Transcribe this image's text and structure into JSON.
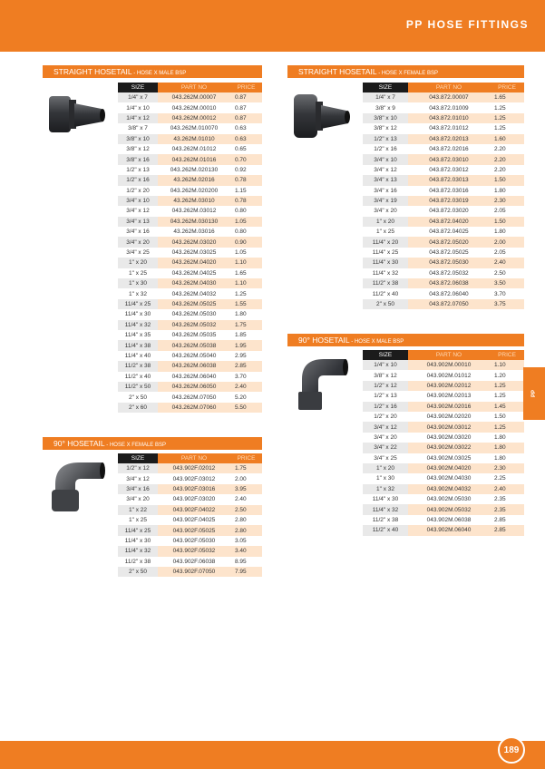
{
  "header": {
    "title": "PP HOSE FITTINGS"
  },
  "side_tab": {
    "label": "PP"
  },
  "footer": {
    "page_number": "189"
  },
  "columns": {
    "size": "SIZE",
    "part": "PART NO",
    "price": "PRICE"
  },
  "sections": {
    "straight_male": {
      "title": "STRAIGHT HOSETAIL",
      "subtitle": " - HOSE X MALE BSP",
      "rows": [
        [
          "1/4\" x 7",
          "043.262M.00007",
          "0.87"
        ],
        [
          "1/4\" x 10",
          "043.262M.00010",
          "0.87"
        ],
        [
          "1/4\" x 12",
          "043.262M.00012",
          "0.87"
        ],
        [
          "3/8\" x 7",
          "043.262M.010070",
          "0.63"
        ],
        [
          "3/8\" x 10",
          "43.262M.01010",
          "0.63"
        ],
        [
          "3/8\" x 12",
          "043.262M.01012",
          "0.65"
        ],
        [
          "3/8\" x 16",
          "043.262M.01016",
          "0.70"
        ],
        [
          "1/2\" x 13",
          "043.262M.020130",
          "0.92"
        ],
        [
          "1/2\" x 16",
          "43.262M.02016",
          "0.78"
        ],
        [
          "1/2\" x 20",
          "043.262M.020200",
          "1.15"
        ],
        [
          "3/4\" x 10",
          "43.262M.03010",
          "0.78"
        ],
        [
          "3/4\" x 12",
          "043.262M.03012",
          "0.80"
        ],
        [
          "3/4\" x 13",
          "043.262M.030130",
          "1.05"
        ],
        [
          "3/4\" x 16",
          "43.262M.03016",
          "0.80"
        ],
        [
          "3/4\" x 20",
          "043.262M.03020",
          "0.90"
        ],
        [
          "3/4\" x 25",
          "043.262M.03025",
          "1.05"
        ],
        [
          "1\" x 20",
          "043.262M.04020",
          "1.10"
        ],
        [
          "1\" x 25",
          "043.262M.04025",
          "1.65"
        ],
        [
          "1\" x 30",
          "043.262M.04030",
          "1.10"
        ],
        [
          "1\" x 32",
          "043.262M.04032",
          "1.25"
        ],
        [
          "11/4\" x 25",
          "043.262M.05025",
          "1.55"
        ],
        [
          "11/4\" x 30",
          "043.262M.05030",
          "1.80"
        ],
        [
          "11/4\" x 32",
          "043.262M.05032",
          "1.75"
        ],
        [
          "11/4\" x 35",
          "043.262M.05035",
          "1.85"
        ],
        [
          "11/4\" x 38",
          "043.262M.05038",
          "1.95"
        ],
        [
          "11/4\" x 40",
          "043.262M.05040",
          "2.95"
        ],
        [
          "11/2\" x 38",
          "043.262M.06038",
          "2.85"
        ],
        [
          "11/2\" x 40",
          "043.262M.06040",
          "3.70"
        ],
        [
          "11/2\" x 50",
          "043.262M.06050",
          "2.40"
        ],
        [
          "2\" x 50",
          "043.262M.07050",
          "5.20"
        ],
        [
          "2\" x 60",
          "043.262M.07060",
          "5.50"
        ]
      ]
    },
    "straight_female": {
      "title": "STRAIGHT HOSETAIL",
      "subtitle": " - HOSE X FEMALE BSP",
      "rows": [
        [
          "1/4\" x 7",
          "043.872.00007",
          "1.65"
        ],
        [
          "3/8\" x 9",
          "043.872.01009",
          "1.25"
        ],
        [
          "3/8\" x 10",
          "043.872.01010",
          "1.25"
        ],
        [
          "3/8\" x 12",
          "043.872.01012",
          "1.25"
        ],
        [
          "1/2\" x 13",
          "043.872.02013",
          "1.60"
        ],
        [
          "1/2\" x 16",
          "043.872.02016",
          "2.20"
        ],
        [
          "3/4\" x 10",
          "043.872.03010",
          "2.20"
        ],
        [
          "3/4\" x 12",
          "043.872.03012",
          "2.20"
        ],
        [
          "3/4\" x 13",
          "043.872.03013",
          "1.50"
        ],
        [
          "3/4\" x 16",
          "043.872.03016",
          "1.80"
        ],
        [
          "3/4\" x 19",
          "043.872.03019",
          "2.30"
        ],
        [
          "3/4\" x 20",
          "043.872.03020",
          "2.05"
        ],
        [
          "1\" x 20",
          "043.872.04020",
          "1.50"
        ],
        [
          "1\" x 25",
          "043.872.04025",
          "1.80"
        ],
        [
          "11/4\" x 20",
          "043.872.05020",
          "2.00"
        ],
        [
          "11/4\" x 25",
          "043.872.05025",
          "2.05"
        ],
        [
          "11/4\" x 30",
          "043.872.05030",
          "2.40"
        ],
        [
          "11/4\" x 32",
          "043.872.05032",
          "2.50"
        ],
        [
          "11/2\" x 38",
          "043.872.06038",
          "3.50"
        ],
        [
          "11/2\" x 40",
          "043.872.06040",
          "3.70"
        ],
        [
          "2\" x 50",
          "043.872.07050",
          "3.75"
        ]
      ]
    },
    "elbow_male": {
      "title": "90° HOSETAIL",
      "subtitle": " - HOSE X MALE BSP",
      "rows": [
        [
          "1/4\" x 10",
          "043.902M.00010",
          "1.10"
        ],
        [
          "3/8\" x 12",
          "043.902M.01012",
          "1.20"
        ],
        [
          "1/2\" x 12",
          "043.902M.02012",
          "1.25"
        ],
        [
          "1/2\" x 13",
          "043.902M.02013",
          "1.25"
        ],
        [
          "1/2\" x 16",
          "043.902M.02016",
          "1.45"
        ],
        [
          "1/2\" x 20",
          "043.902M.02020",
          "1.50"
        ],
        [
          "3/4\" x 12",
          "043.902M.03012",
          "1.25"
        ],
        [
          "3/4\" x 20",
          "043.902M.03020",
          "1.80"
        ],
        [
          "3/4\" x 22",
          "043.902M.03022",
          "1.80"
        ],
        [
          "3/4\" x 25",
          "043.902M.03025",
          "1.80"
        ],
        [
          "1\" x 20",
          "043.902M.04020",
          "2.30"
        ],
        [
          "1\" x 30",
          "043.902M.04030",
          "2.25"
        ],
        [
          "1\" x 32",
          "043.902M.04032",
          "2.40"
        ],
        [
          "11/4\" x 30",
          "043.902M.05030",
          "2.35"
        ],
        [
          "11/4\" x 32",
          "043.902M.05032",
          "2.35"
        ],
        [
          "11/2\" x 38",
          "043.902M.06038",
          "2.85"
        ],
        [
          "11/2\" x 40",
          "043.902M.06040",
          "2.85"
        ]
      ]
    },
    "elbow_female": {
      "title": "90° HOSETAIL",
      "subtitle": " - HOSE X FEMALE BSP",
      "rows": [
        [
          "1/2\" x 12",
          "043.902F.02012",
          "1.75"
        ],
        [
          "3/4\" x 12",
          "043.902F.03012",
          "2.00"
        ],
        [
          "3/4\" x 16",
          "043.902F.03016",
          "3.95"
        ],
        [
          "3/4\" x 20",
          "043.902F.03020",
          "2.40"
        ],
        [
          "1\" x 22",
          "043.902F.04022",
          "2.50"
        ],
        [
          "1\" x 25",
          "043.902F.04025",
          "2.80"
        ],
        [
          "11/4\" x 25",
          "043.902F.05025",
          "2.80"
        ],
        [
          "11/4\" x 30",
          "043.902F.05030",
          "3.05"
        ],
        [
          "11/4\" x 32",
          "043.902F.05032",
          "3.40"
        ],
        [
          "11/2\" x 38",
          "043.902F.06038",
          "8.95"
        ],
        [
          "2\" x 50",
          "043.902F.07050",
          "7.95"
        ]
      ]
    }
  }
}
